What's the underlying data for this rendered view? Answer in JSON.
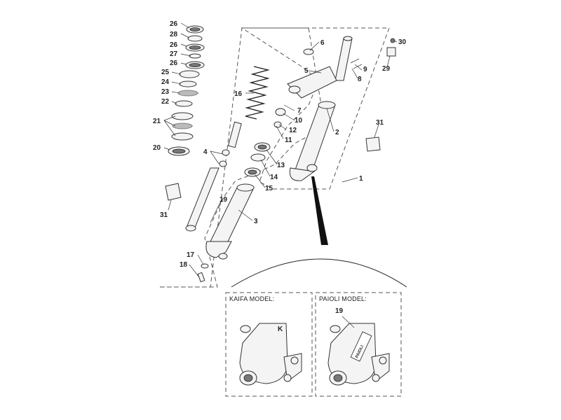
{
  "callouts": {
    "c26a": "26",
    "c28": "28",
    "c26b": "26",
    "c27": "27",
    "c26c": "26",
    "c25": "25",
    "c24": "24",
    "c23": "23",
    "c22": "22",
    "c21": "21",
    "c20": "20",
    "c31a": "31",
    "c16": "16",
    "c4": "4",
    "c19": "19",
    "c3": "3",
    "c17": "17",
    "c18": "18",
    "c13": "13",
    "c14": "14",
    "c15": "15",
    "c6": "6",
    "c5": "5",
    "c7": "7",
    "c10": "10",
    "c12": "12",
    "c11": "11",
    "c2": "2",
    "c1": "1",
    "c9": "9",
    "c8": "8",
    "c30": "30",
    "c29": "29",
    "c31b": "31",
    "c19b": "19"
  },
  "details": {
    "left_label": "KAIFA MODEL:",
    "right_label": "PAIOLI MODEL:",
    "kaifa_mark": "K",
    "paioli_mark": "PAIOLI"
  }
}
